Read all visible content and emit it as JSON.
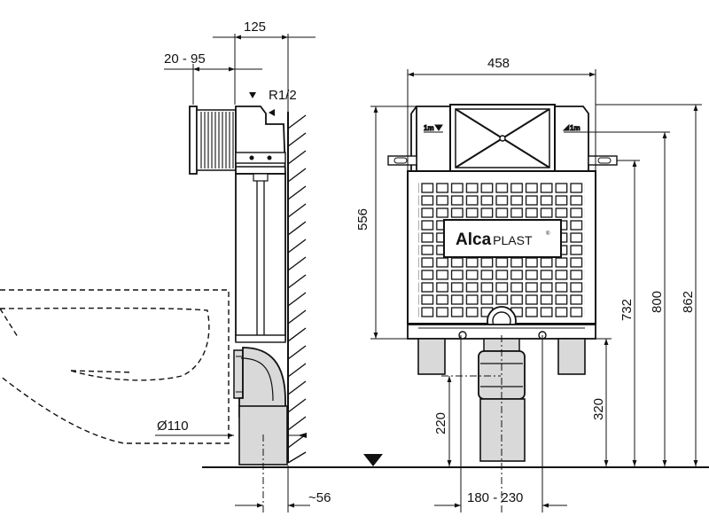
{
  "dimensions": {
    "d125": "125",
    "d20_95": "20 - 95",
    "r12": "R1/2",
    "d458": "458",
    "d556": "556",
    "d732": "732",
    "d800": "800",
    "d862": "862",
    "d320": "320",
    "d220": "220",
    "d110": "Ø110",
    "d56": "~56",
    "d180_230": "180 - 230"
  },
  "brand": {
    "name_bold": "Alca",
    "name_light": "PLAST",
    "mark": "®"
  },
  "marks": {
    "left": "1m",
    "right": "1m"
  },
  "colors": {
    "line": "#111111",
    "fill_gray": "#d9d9d9",
    "fill_light": "#efefef",
    "background": "#ffffff"
  }
}
